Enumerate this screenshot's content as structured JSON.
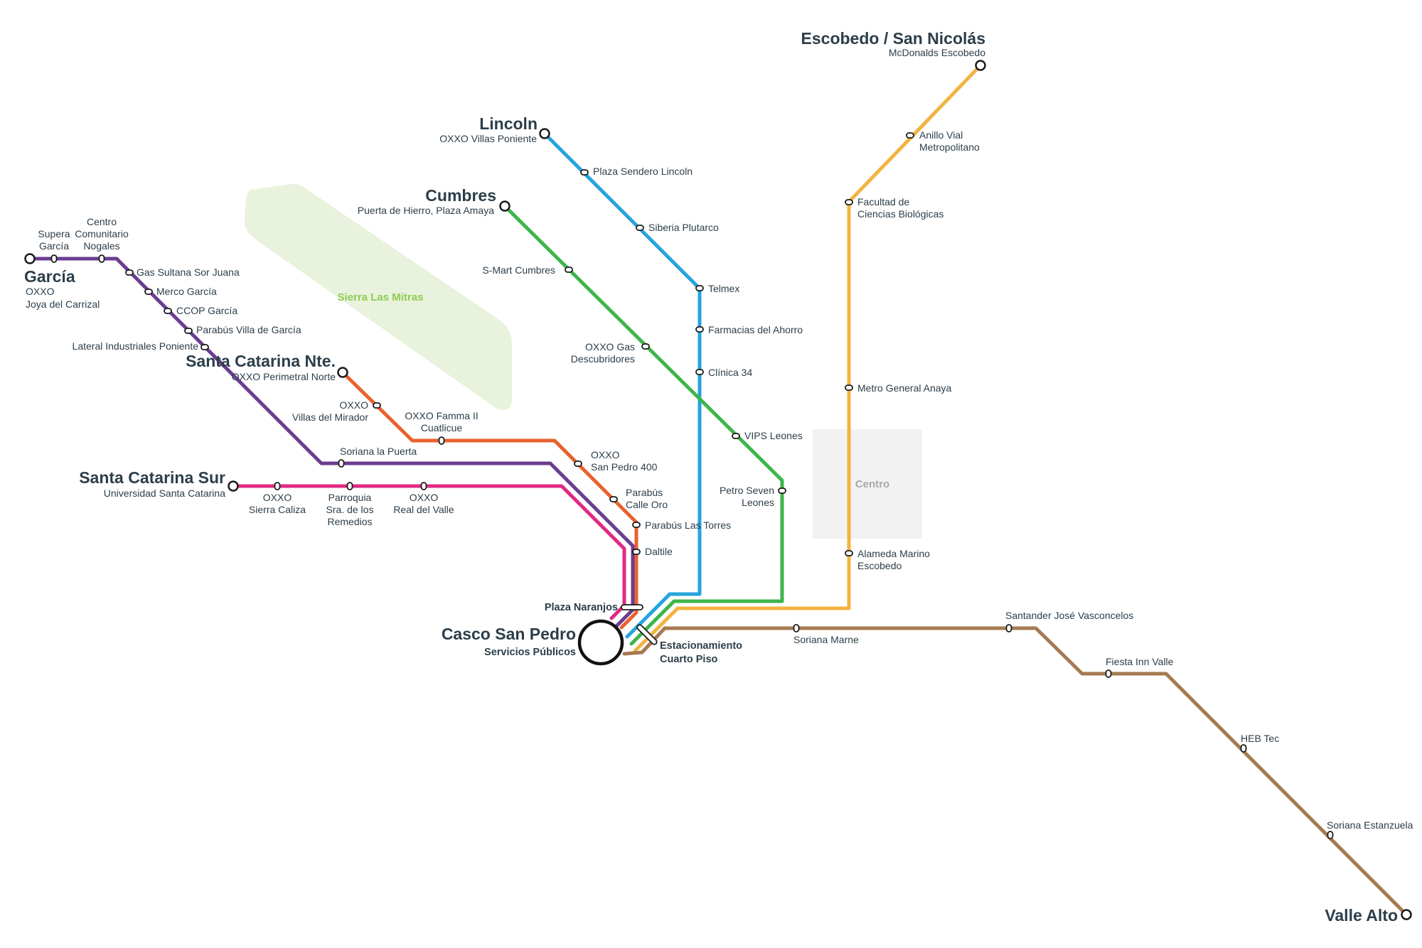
{
  "areas": {
    "sierra_label": "Sierra Las Mitras",
    "centro_label": "Centro"
  },
  "hub": {
    "name": "Casco San Pedro",
    "sub": "Servicios Públicos",
    "plaza_naranjos": "Plaza Naranjos",
    "estacionamiento_1": "Estacionamiento",
    "estacionamiento_2": "Cuarto Piso"
  },
  "colors": {
    "purple": "#6b3d91",
    "orange": "#e9612f",
    "magenta": "#e02a83",
    "blue": "#27a4dc",
    "green": "#3db54a",
    "yellow": "#f2b441",
    "brown": "#a67a50"
  },
  "terminals": {
    "garcia": {
      "name": "García",
      "sub1": "OXXO",
      "sub2": "Joya del Carrizal"
    },
    "sc_norte": {
      "name": "Santa Catarina Nte.",
      "sub": "OXXO Perimetral Norte"
    },
    "sc_sur": {
      "name": "Santa Catarina Sur",
      "sub": "Universidad Santa Catarina"
    },
    "lincoln": {
      "name": "Lincoln",
      "sub": "OXXO Villas Poniente"
    },
    "cumbres": {
      "name": "Cumbres",
      "sub": "Puerta de Hierro, Plaza Amaya"
    },
    "escobedo": {
      "name": "Escobedo / San Nicolás",
      "sub": "McDonalds Escobedo"
    },
    "valle_alto": {
      "name": "Valle Alto"
    }
  },
  "stations": {
    "purple": {
      "supera_1": "Supera",
      "supera_2": "García",
      "centro_com_1": "Centro",
      "centro_com_2": "Comunitario",
      "centro_com_3": "Nogales",
      "gas_sultana": "Gas Sultana Sor Juana",
      "merco": "Merco García",
      "ccop": "CCOP García",
      "parabus_villa": "Parabús Villa de García",
      "lateral": "Lateral Industriales Poniente",
      "soriana_puerta": "Soriana la Puerta"
    },
    "orange": {
      "oxxo_mirador_1": "OXXO",
      "oxxo_mirador_2": "Villas del Mirador",
      "oxxo_famma_1": "OXXO Famma II",
      "oxxo_famma_2": "Cuatlicue",
      "oxxo_sp400_1": "OXXO",
      "oxxo_sp400_2": "San Pedro 400",
      "parabus_oro_1": "Parabús",
      "parabus_oro_2": "Calle Oro",
      "parabus_torres": "Parabús Las Torres",
      "daltile": "Daltile"
    },
    "magenta": {
      "oxxo_caliza_1": "OXXO",
      "oxxo_caliza_2": "Sierra Caliza",
      "parroquia_1": "Parroquia",
      "parroquia_2": "Sra. de los",
      "parroquia_3": "Remedios",
      "oxxo_valle_1": "OXXO",
      "oxxo_valle_2": "Real del Valle"
    },
    "blue": {
      "plaza_sendero": "Plaza Sendero Lincoln",
      "siberia": "Siberia Plutarco",
      "telmex": "Telmex",
      "farmacias": "Farmacias del Ahorro",
      "clinica": "Clínica 34"
    },
    "green": {
      "smart": "S-Mart Cumbres",
      "oxxo_gas_1": "OXXO Gas",
      "oxxo_gas_2": "Descubridores",
      "vips": "VIPS Leones",
      "petro_1": "Petro Seven",
      "petro_2": "Leones"
    },
    "yellow": {
      "anillo_1": "Anillo Vial",
      "anillo_2": "Metropolitano",
      "facultad_1": "Facultad de",
      "facultad_2": "Ciencias Biológicas",
      "metro_anaya": "Metro General Anaya",
      "alameda_1": "Alameda Marino",
      "alameda_2": "Escobedo"
    },
    "brown": {
      "soriana_marne": "Soriana Marne",
      "santander": "Santander José Vasconcelos",
      "fiesta_inn": "Fiesta Inn Valle",
      "heb_tec": "HEB Tec",
      "soriana_estanzuela": "Soriana Estanzuela"
    }
  }
}
